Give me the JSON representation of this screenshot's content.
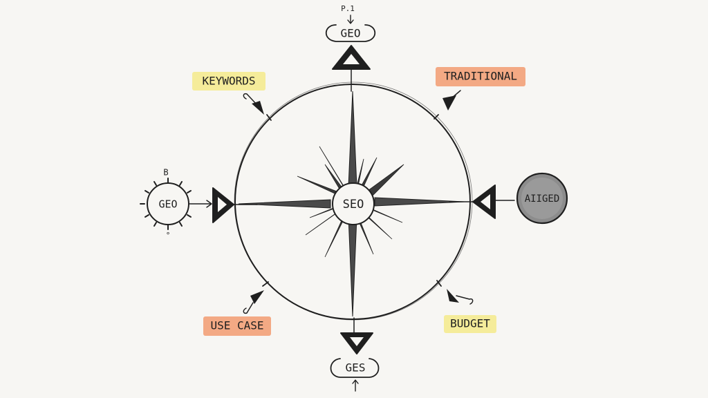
{
  "center": {
    "label": "SEO"
  },
  "top": {
    "note": "P.1",
    "label": "GEO"
  },
  "bottom": {
    "label": "GES"
  },
  "left": {
    "note": "B",
    "label": "GEO"
  },
  "right": {
    "label": "AIIGED"
  },
  "tags": {
    "keywords": {
      "label": "KEYWORDS",
      "color": "#f5ec9a"
    },
    "traditional": {
      "label": "TRADITIONAL",
      "color": "#f3a984"
    },
    "use_case": {
      "label": "USE CASE",
      "color": "#f3a984"
    },
    "budget": {
      "label": "BUDGET",
      "color": "#f5ec9a"
    }
  }
}
